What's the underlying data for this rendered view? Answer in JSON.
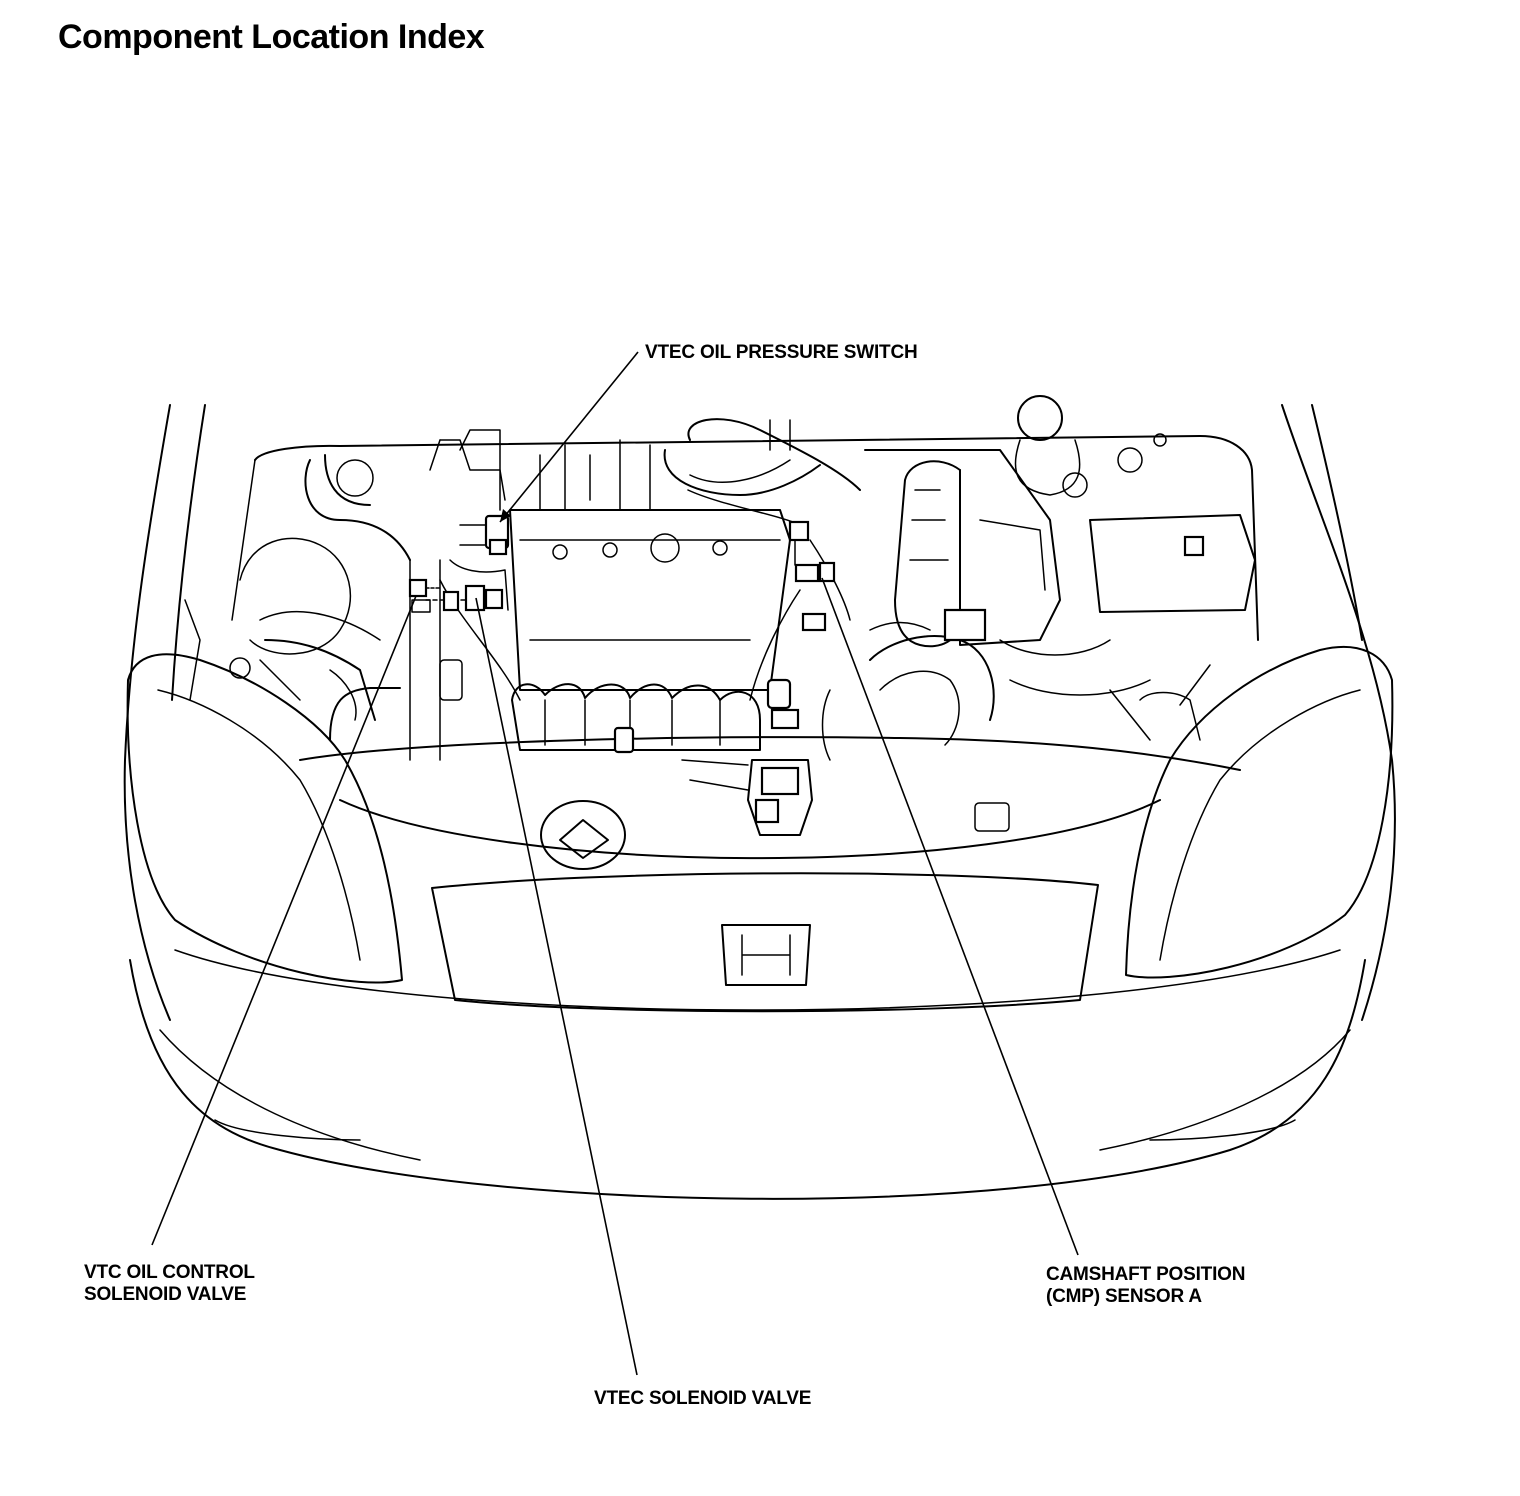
{
  "title": "Component Location Index",
  "labels": {
    "vtec_oil_pressure_switch": "VTEC OIL PRESSURE SWITCH",
    "vtc_oil_control_line1": "VTC OIL CONTROL",
    "vtc_oil_control_line2": "SOLENOID VALVE",
    "vtec_solenoid_valve": "VTEC SOLENOID VALVE",
    "cmp_line1": "CAMSHAFT POSITION",
    "cmp_line2": "(CMP) SENSOR A"
  },
  "icons": [
    "honda-emblem-icon",
    "oil-filler-cap-icon"
  ]
}
